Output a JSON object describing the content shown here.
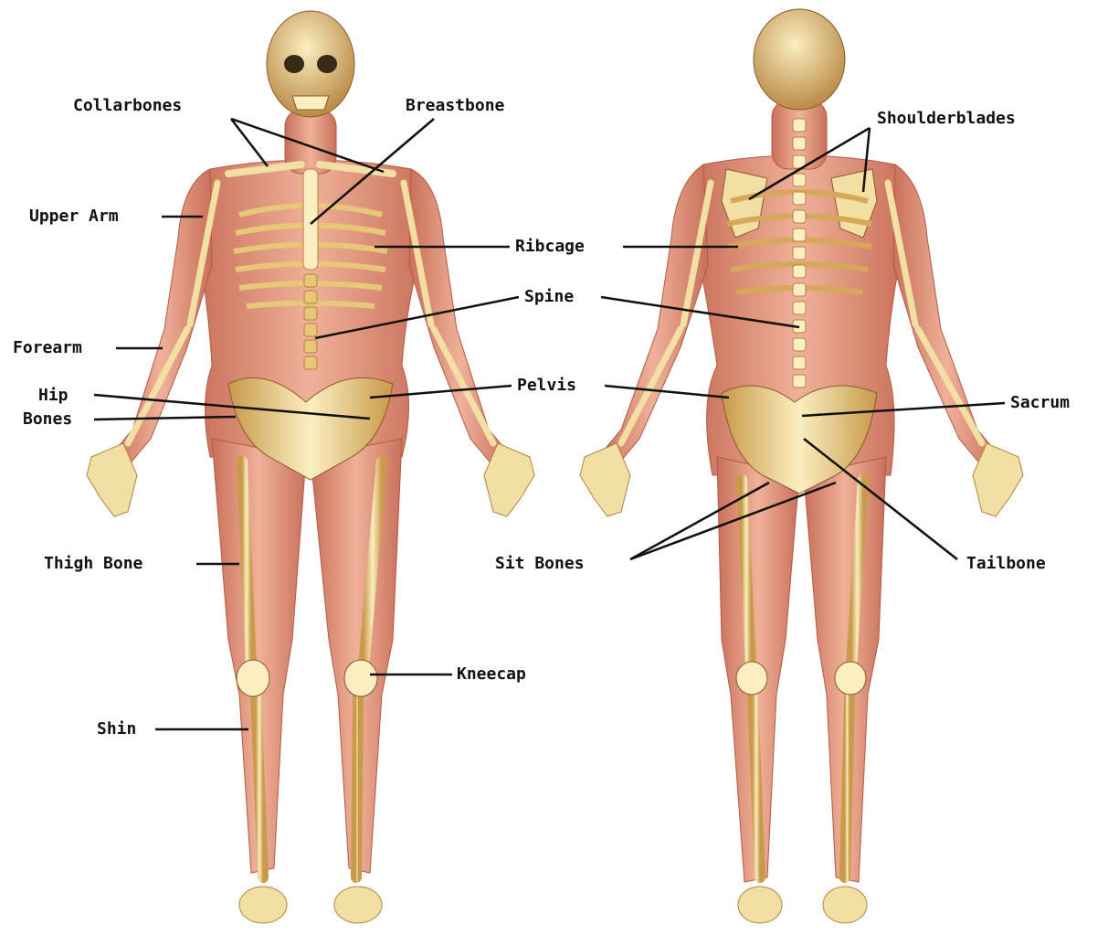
{
  "colors": {
    "skin": "#e49a83",
    "muscle": "#c9705a",
    "bone": "#f2dfa3",
    "bone_shade": "#c89a4a",
    "leader_line": "#111111"
  },
  "figures": {
    "front": {
      "view": "anterior"
    },
    "back": {
      "view": "posterior"
    }
  },
  "labels": {
    "collarbones": "Collarbones",
    "breastbone": "Breastbone",
    "upper_arm": "Upper Arm",
    "forearm": "Forearm",
    "hip": "Hip",
    "bones": "Bones",
    "thigh_bone": "Thigh Bone",
    "shin": "Shin",
    "kneecap": "Kneecap",
    "ribcage": "Ribcage",
    "spine": "Spine",
    "pelvis": "Pelvis",
    "sit_bones": "Sit Bones",
    "shoulderblades": "Shoulderblades",
    "sacrum": "Sacrum",
    "tailbone": "Tailbone"
  }
}
